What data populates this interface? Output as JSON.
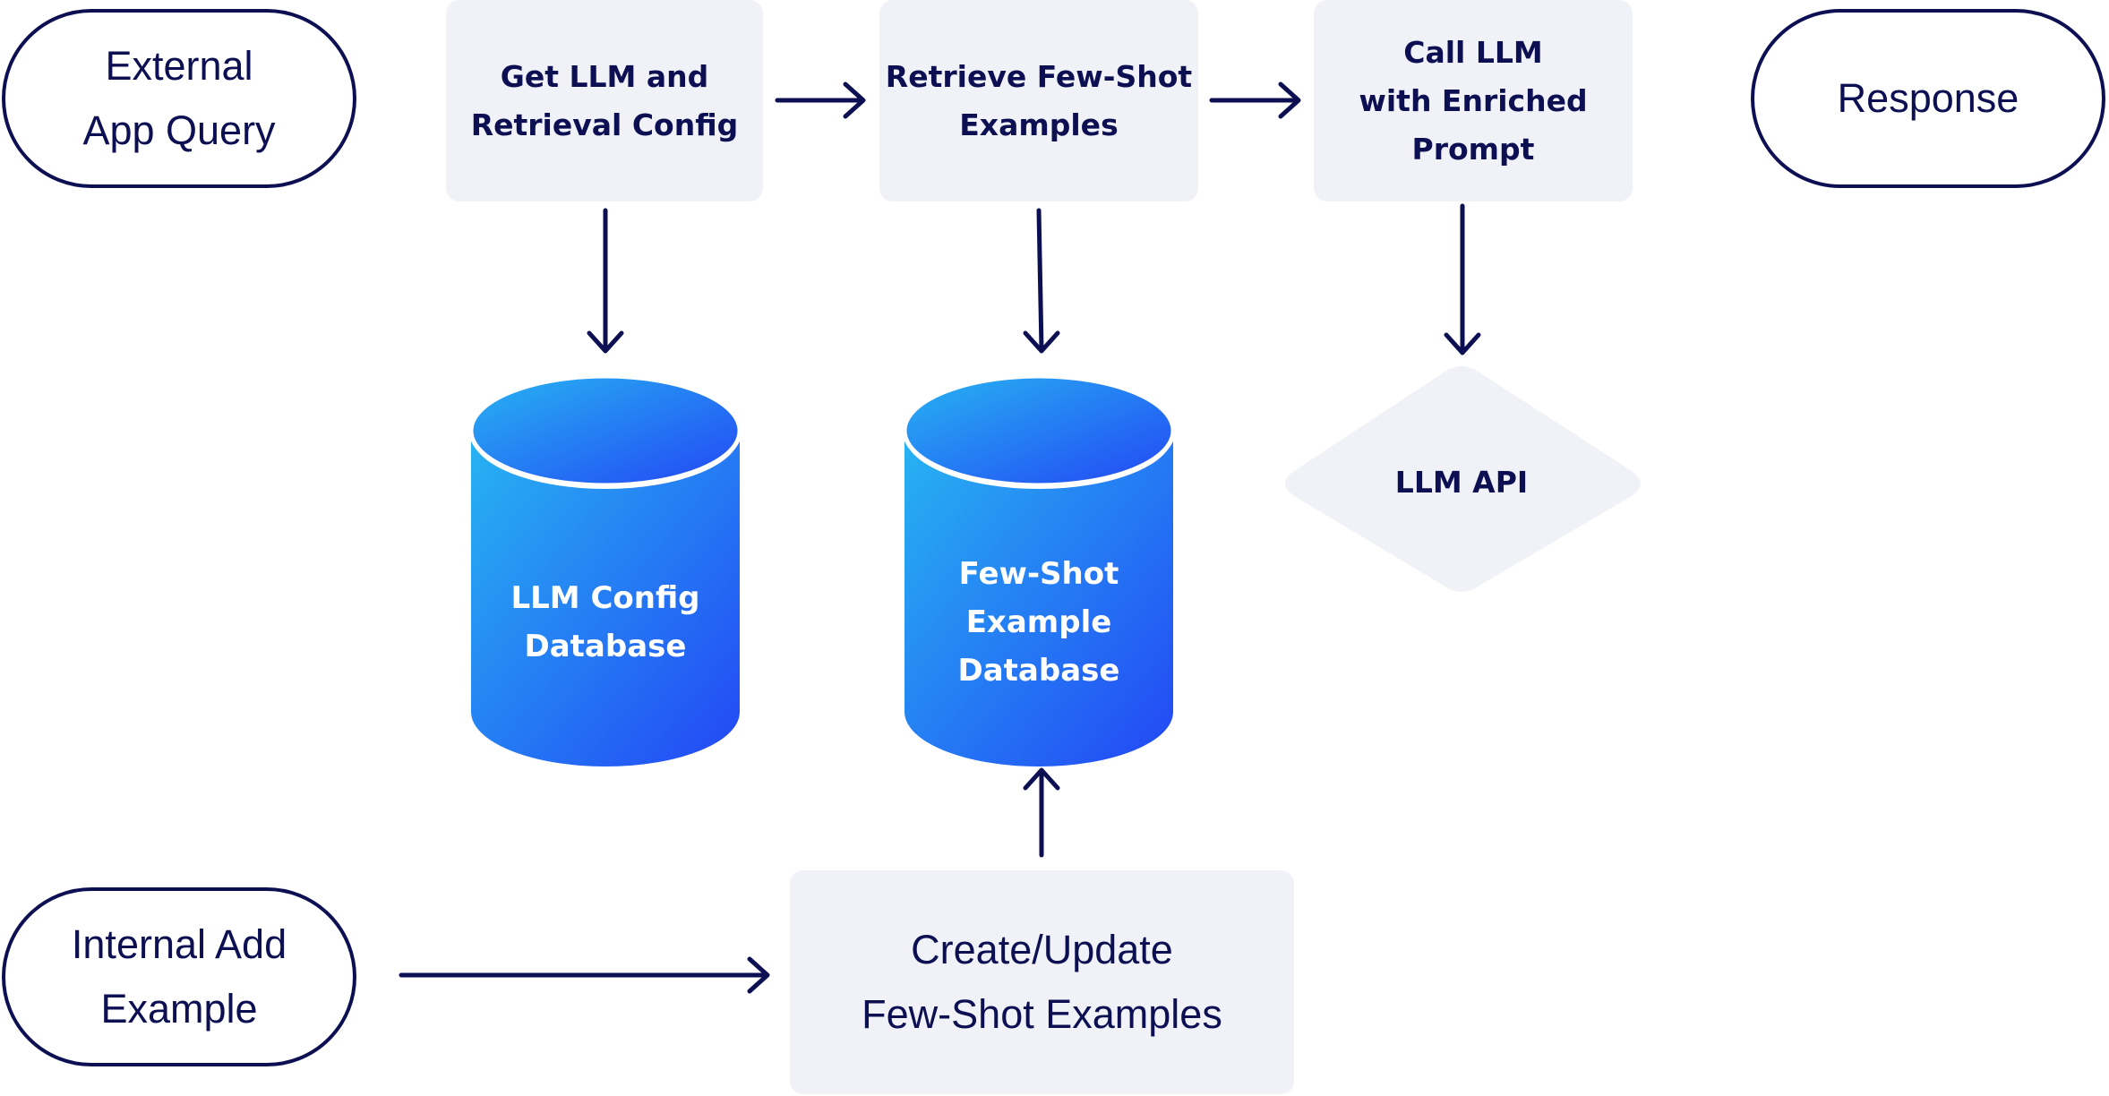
{
  "nodes": {
    "external_app_query": "External\nApp Query",
    "get_config": "Get LLM and\nRetrieval Config",
    "retrieve_examples": "Retrieve Few-Shot\nExamples",
    "call_llm": "Call LLM\nwith Enriched\nPrompt",
    "response": "Response",
    "llm_config_db": "LLM Config\nDatabase",
    "few_shot_db": "Few-Shot\nExample\nDatabase",
    "llm_api": "LLM API",
    "internal_add_example": "Internal Add\nExample",
    "create_update": "Create/Update\nFew-Shot Examples"
  },
  "colors": {
    "ink": "#0c0f52",
    "process_fill": "#f0f2f7",
    "db_gradient_start": "#27b4f2",
    "db_gradient_end": "#2346f5"
  }
}
